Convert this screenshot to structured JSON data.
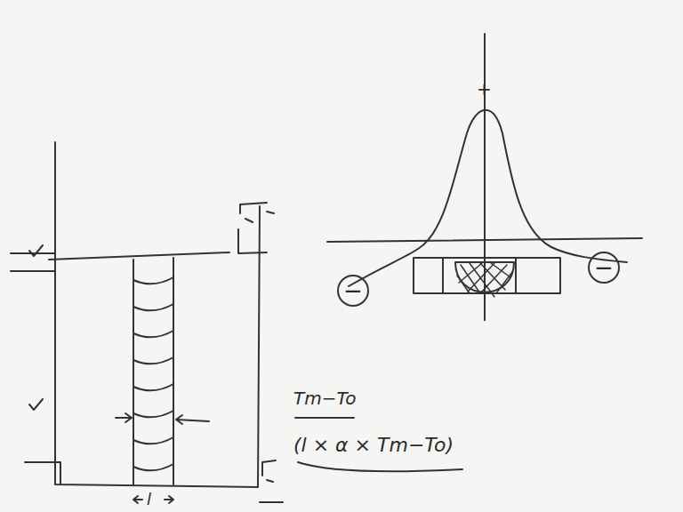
{
  "diagram": {
    "nodes": [
      {
        "text": [
          "−"
        ]
      },
      {
        "text": [
          "−"
        ]
      }
    ],
    "labels": [
      "+",
      "l",
      "Tm−To",
      "(l × α × Tm−To)"
    ]
  }
}
